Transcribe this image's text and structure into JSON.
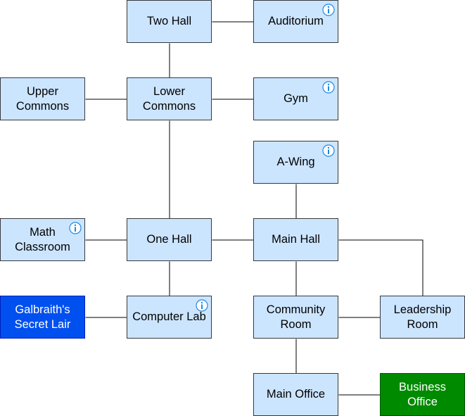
{
  "nodes": {
    "two_hall": {
      "label": "Two Hall",
      "info": false
    },
    "auditorium": {
      "label": "Auditorium",
      "info": true
    },
    "upper_commons": {
      "label": "Upper\nCommons",
      "info": false
    },
    "lower_commons": {
      "label": "Lower\nCommons",
      "info": false
    },
    "gym": {
      "label": "Gym",
      "info": true
    },
    "a_wing": {
      "label": "A-Wing",
      "info": true
    },
    "math_classroom": {
      "label": "Math\nClassroom",
      "info": true
    },
    "one_hall": {
      "label": "One Hall",
      "info": false
    },
    "main_hall": {
      "label": "Main Hall",
      "info": false
    },
    "galbraiths_secret_lair": {
      "label": "Galbraith's\nSecret Lair",
      "info": false,
      "fill": "#0050ef"
    },
    "computer_lab": {
      "label": "Computer Lab",
      "info": true
    },
    "community_room": {
      "label": "Community\nRoom",
      "info": false
    },
    "leadership_room": {
      "label": "Leadership\nRoom",
      "info": false
    },
    "main_office": {
      "label": "Main Office",
      "info": false
    },
    "business_office": {
      "label": "Business\nOffice",
      "info": false,
      "fill": "#008a00"
    }
  },
  "edges": [
    [
      "two_hall",
      "auditorium"
    ],
    [
      "two_hall",
      "lower_commons"
    ],
    [
      "upper_commons",
      "lower_commons"
    ],
    [
      "lower_commons",
      "gym"
    ],
    [
      "lower_commons",
      "one_hall"
    ],
    [
      "math_classroom",
      "one_hall"
    ],
    [
      "one_hall",
      "main_hall"
    ],
    [
      "one_hall",
      "computer_lab"
    ],
    [
      "a_wing",
      "main_hall"
    ],
    [
      "main_hall",
      "community_room"
    ],
    [
      "main_hall",
      "leadership_room"
    ],
    [
      "galbraiths_secret_lair",
      "computer_lab"
    ],
    [
      "community_room",
      "leadership_room"
    ],
    [
      "community_room",
      "main_office"
    ],
    [
      "main_office",
      "business_office"
    ]
  ],
  "colors": {
    "node_fill": "#cce5ff",
    "node_stroke": "#36393d",
    "edge": "#000000",
    "info_icon": "#1e88e5"
  }
}
